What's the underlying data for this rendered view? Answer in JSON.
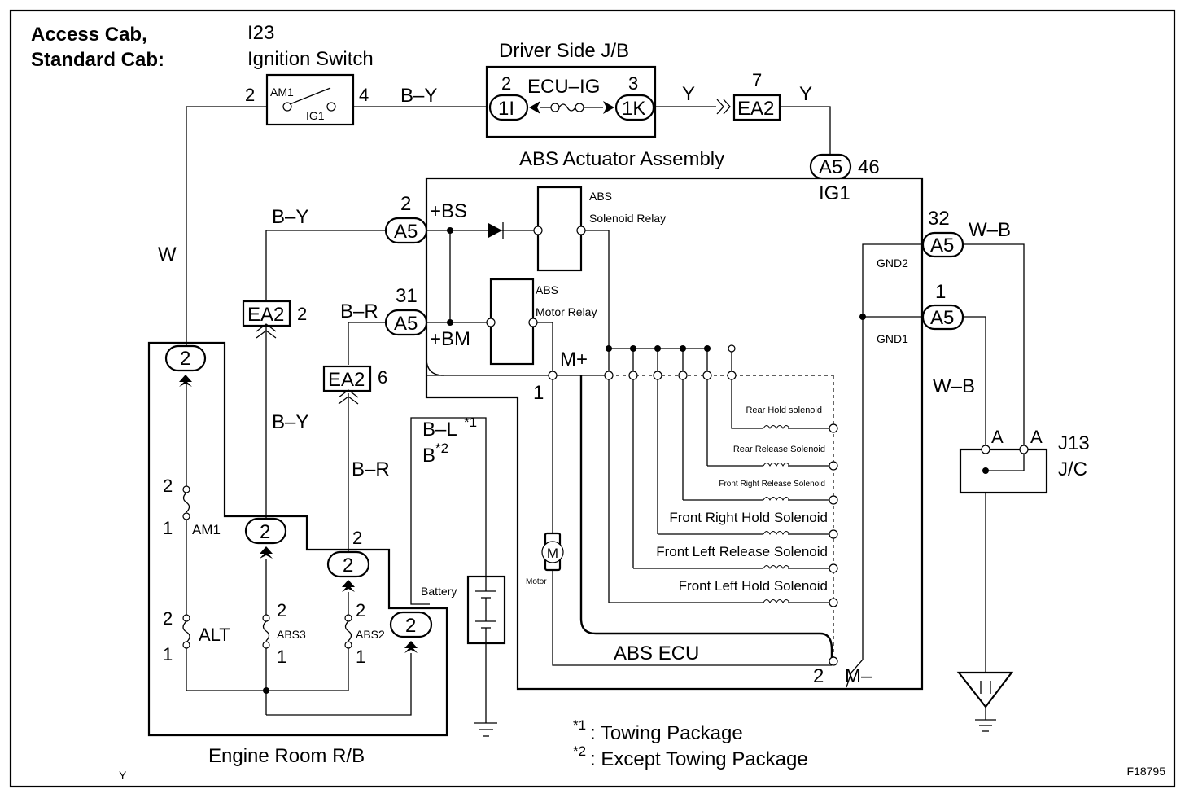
{
  "header": {
    "variant_line1": "Access Cab,",
    "variant_line2": "Standard Cab:"
  },
  "ignition_switch": {
    "code": "I23",
    "name": "Ignition Switch",
    "pin_in": "2",
    "pin_out": "4",
    "contact_am1": "AM1",
    "contact_ig1": "IG1"
  },
  "junction_block": {
    "name": "Driver Side J/B",
    "fuse": "ECU–IG",
    "pin_left": "2",
    "pin_right": "3",
    "conn_left": "1I",
    "conn_right": "1K"
  },
  "ea2_top": {
    "code": "EA2",
    "pin": "7"
  },
  "actuator": {
    "title": "ABS Actuator Assembly",
    "conn_code": "A5",
    "ig1_pin": "46",
    "ig1_label": "IG1",
    "bs_pin": "2",
    "bs_label": "+BS",
    "bm_pin": "31",
    "bm_label": "+BM",
    "gnd2_pin": "32",
    "gnd2_label": "GND2",
    "gnd1_pin": "1",
    "gnd1_label": "GND1",
    "solenoid_relay_l1": "ABS",
    "solenoid_relay_l2": "Solenoid Relay",
    "motor_relay_l1": "ABS",
    "motor_relay_l2": "Motor Relay",
    "mplus_label": "M+",
    "mplus_pin": "1",
    "mminus_label": "M–",
    "mminus_pin": "2",
    "ecu_label": "ABS ECU",
    "motor_label": "Motor",
    "motor_symbol": "M",
    "solenoids": [
      "Rear Hold solenoid",
      "Rear Release Solenoid",
      "Front Right Release Solenoid",
      "Front Right Hold Solenoid",
      "Front Left Release Solenoid",
      "Front Left Hold Solenoid"
    ]
  },
  "wire_colors": {
    "w": "W",
    "by": "B–Y",
    "y": "Y",
    "br": "B–R",
    "wb": "W–B",
    "bl": "B–L",
    "b": "B",
    "note1": "*1",
    "note2": "*2"
  },
  "ea2_left": {
    "code": "EA2",
    "pin": "2"
  },
  "ea2_mid": {
    "code": "EA2",
    "pin": "6"
  },
  "relay_box": {
    "name": "Engine Room R/B",
    "conn_pin": "2",
    "fuse_am1": "AM1",
    "fuse_alt": "ALT",
    "fuse_abs3": "ABS3",
    "fuse_abs2": "ABS2",
    "pin1": "1",
    "pin2": "2"
  },
  "battery": {
    "label": "Battery"
  },
  "jc": {
    "code": "J13",
    "name": "J/C",
    "pin": "A"
  },
  "notes": [
    {
      "mark": "*1",
      "text": ": Towing Package"
    },
    {
      "mark": "*2",
      "text": ": Except Towing Package"
    }
  ],
  "footer": {
    "corner_left": "Y",
    "figure_id": "F18795"
  }
}
